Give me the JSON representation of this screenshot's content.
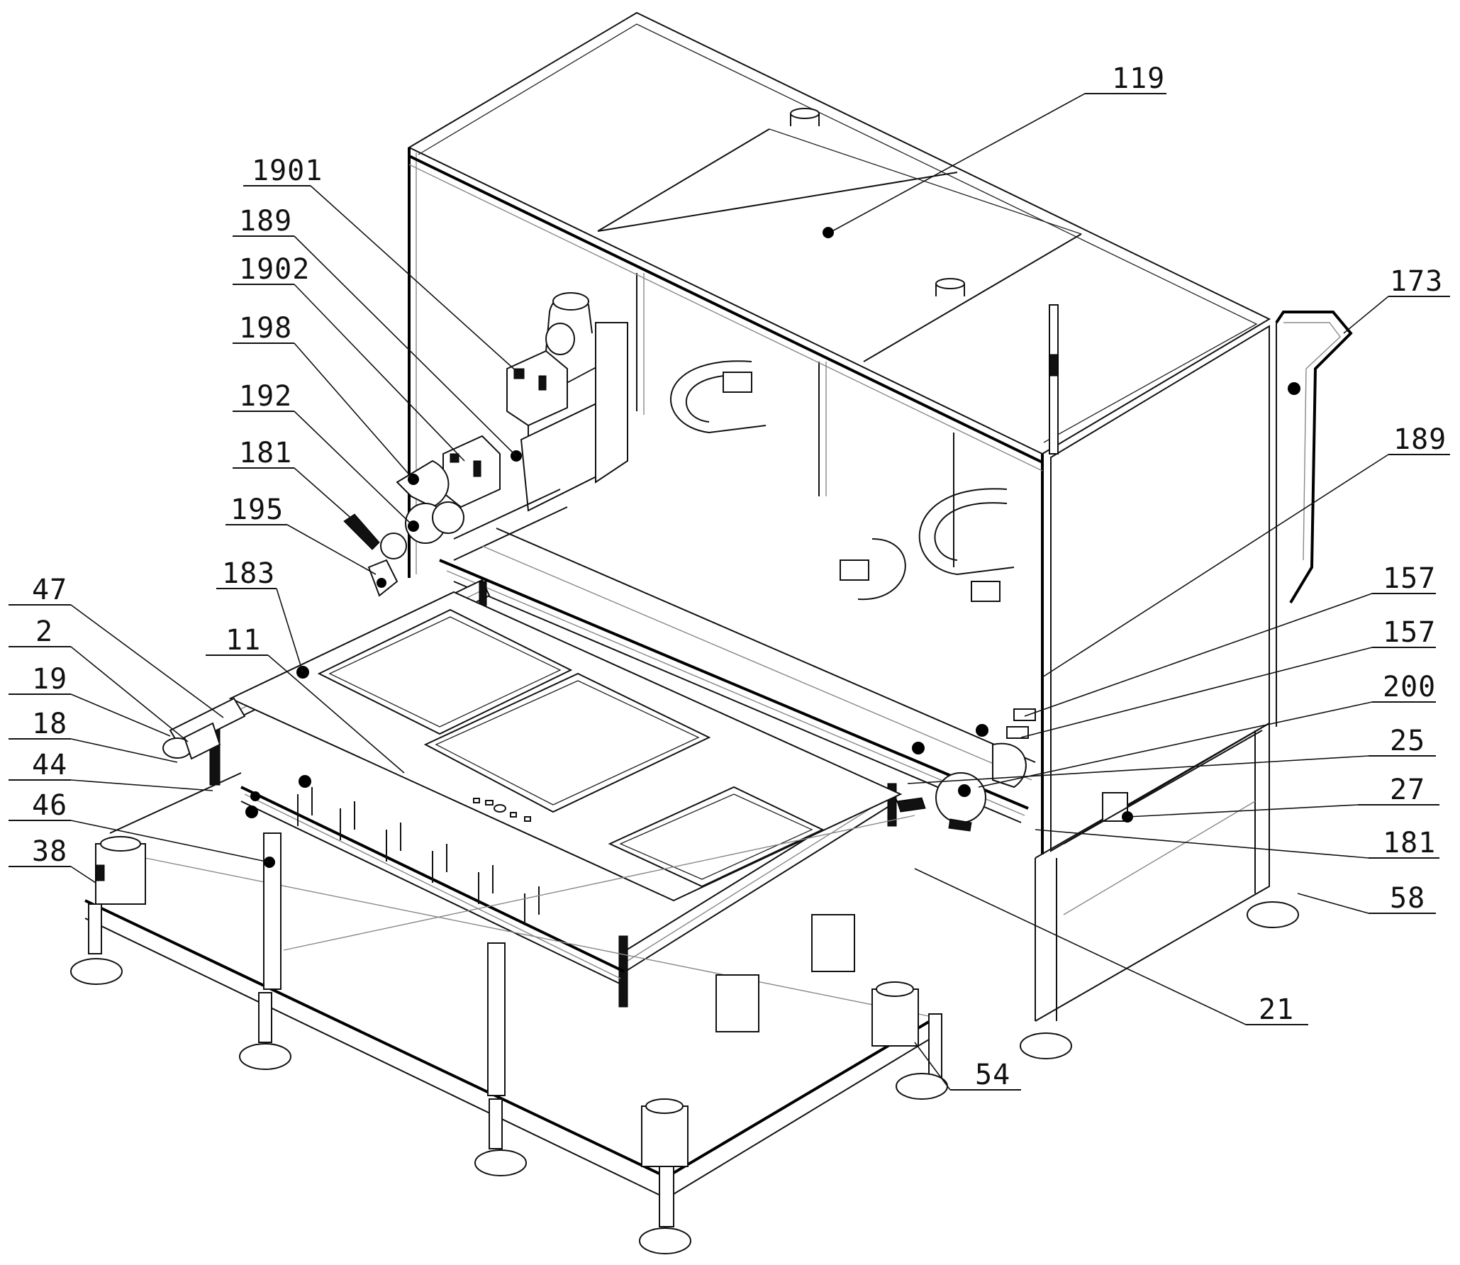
{
  "figure": {
    "type": "patent-mechanical-drawing",
    "view": "isometric",
    "subject": "screen/panel processing machine with enclosure, conveyor frame and gantry"
  },
  "labels": [
    {
      "id": "lbl-119",
      "text": "119",
      "target": "enclosure-top-panel"
    },
    {
      "id": "lbl-1901",
      "text": "1901",
      "target": "upper-motor"
    },
    {
      "id": "lbl-189-left",
      "text": "189",
      "target": "motor-mount-left"
    },
    {
      "id": "lbl-1902",
      "text": "1902",
      "target": "lower-motor"
    },
    {
      "id": "lbl-198",
      "text": "198",
      "target": "shield-cover"
    },
    {
      "id": "lbl-192",
      "text": "192",
      "target": "spindle-housing"
    },
    {
      "id": "lbl-181-left",
      "text": "181",
      "target": "clamp-left"
    },
    {
      "id": "lbl-195",
      "text": "195",
      "target": "nozzle-assembly"
    },
    {
      "id": "lbl-183",
      "text": "183",
      "target": "worktable-plate"
    },
    {
      "id": "lbl-47",
      "text": "47",
      "target": "gantry-beam-front"
    },
    {
      "id": "lbl-11",
      "text": "11",
      "target": "gantry-rail"
    },
    {
      "id": "lbl-2",
      "text": "2",
      "target": "frame-bracket"
    },
    {
      "id": "lbl-19",
      "text": "19",
      "target": "drive-unit"
    },
    {
      "id": "lbl-18",
      "text": "18",
      "target": "belt-pulley"
    },
    {
      "id": "lbl-44",
      "text": "44",
      "target": "conveyor-rail"
    },
    {
      "id": "lbl-46",
      "text": "46",
      "target": "support-post"
    },
    {
      "id": "lbl-38",
      "text": "38",
      "target": "lifting-motor"
    },
    {
      "id": "lbl-173",
      "text": "173",
      "target": "cart-handle"
    },
    {
      "id": "lbl-189-right",
      "text": "189",
      "target": "motor-mount-right"
    },
    {
      "id": "lbl-157-a",
      "text": "157",
      "target": "linear-guide-a"
    },
    {
      "id": "lbl-157-b",
      "text": "157",
      "target": "linear-guide-b"
    },
    {
      "id": "lbl-200",
      "text": "200",
      "target": "rotary-head"
    },
    {
      "id": "lbl-25",
      "text": "25",
      "target": "sensor-block"
    },
    {
      "id": "lbl-27",
      "text": "27",
      "target": "side-actuator"
    },
    {
      "id": "lbl-181-right",
      "text": "181",
      "target": "clamp-right"
    },
    {
      "id": "lbl-58",
      "text": "58",
      "target": "leveling-foot"
    },
    {
      "id": "lbl-21",
      "text": "21",
      "target": "base-frame"
    },
    {
      "id": "lbl-54",
      "text": "54",
      "target": "corner-lifting-unit"
    }
  ],
  "colors": {
    "line": "#111111",
    "background": "#ffffff",
    "secondary_line": "#888888"
  }
}
